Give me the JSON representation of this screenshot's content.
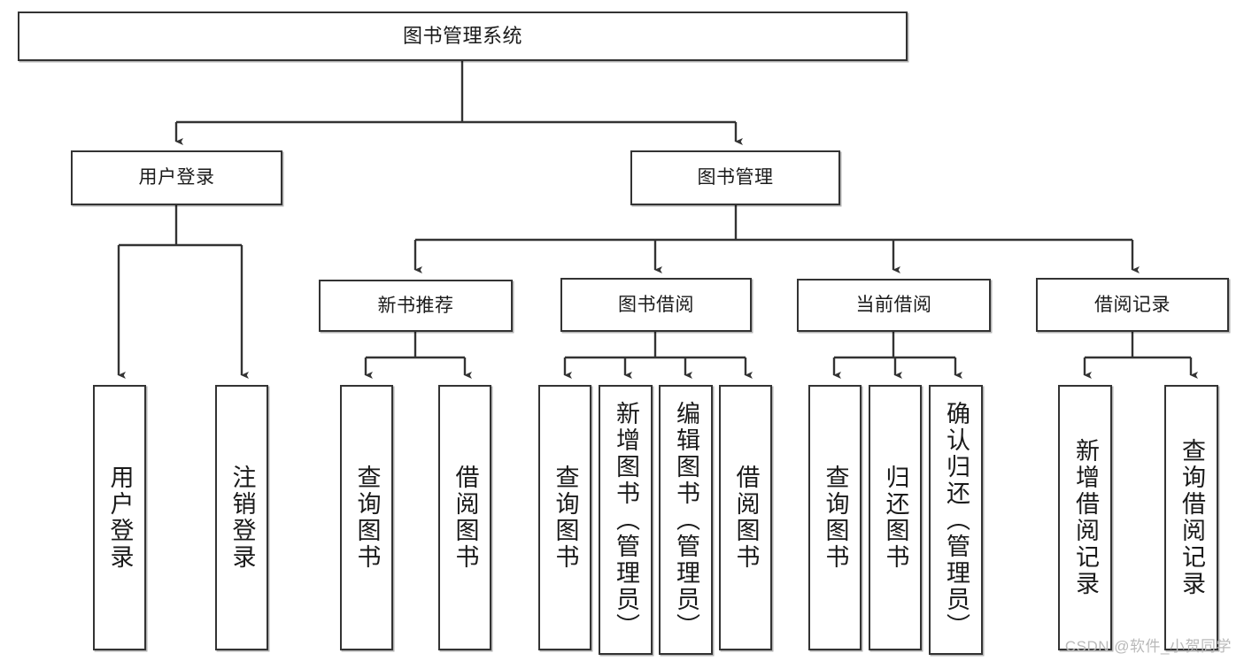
{
  "diagram": {
    "title": "图书管理系统",
    "watermark": "CSDN @软件_小贺同学",
    "edge_color": "#333333",
    "node_border_color": "#333333",
    "node_fill_color": "#ffffff",
    "text_color": "#1a1a1a"
  },
  "nodes": {
    "root": {
      "label": "图书管理系统"
    },
    "level2": [
      {
        "id": "user-login",
        "label": "用户登录"
      },
      {
        "id": "book-management",
        "label": "图书管理"
      }
    ],
    "level3": [
      {
        "id": "new-book-recommend",
        "label": "新书推荐"
      },
      {
        "id": "book-borrow",
        "label": "图书借阅"
      },
      {
        "id": "current-borrow",
        "label": "当前借阅"
      },
      {
        "id": "borrow-record",
        "label": "借阅记录"
      }
    ],
    "leaves": {
      "user_login": [
        {
          "id": "leaf-user-login",
          "label": "用户登录"
        },
        {
          "id": "leaf-logout-login",
          "label": "注销登录"
        }
      ],
      "new_book_recommend": [
        {
          "id": "leaf-query-book-1",
          "label": "查询图书"
        },
        {
          "id": "leaf-borrow-book-1",
          "label": "借阅图书"
        }
      ],
      "book_borrow": [
        {
          "id": "leaf-query-book-2",
          "label": "查询图书"
        },
        {
          "id": "leaf-add-book",
          "label": "新增图书（管理员）"
        },
        {
          "id": "leaf-edit-book",
          "label": "编辑图书（管理员）"
        },
        {
          "id": "leaf-borrow-book-2",
          "label": "借阅图书"
        }
      ],
      "current_borrow": [
        {
          "id": "leaf-query-book-3",
          "label": "查询图书"
        },
        {
          "id": "leaf-return-book",
          "label": "归还图书"
        },
        {
          "id": "leaf-confirm-return",
          "label": "确认归还（管理员）"
        }
      ],
      "borrow_record": [
        {
          "id": "leaf-add-record",
          "label": "新增借阅记录"
        },
        {
          "id": "leaf-query-record",
          "label": "查询借阅记录"
        }
      ]
    }
  }
}
